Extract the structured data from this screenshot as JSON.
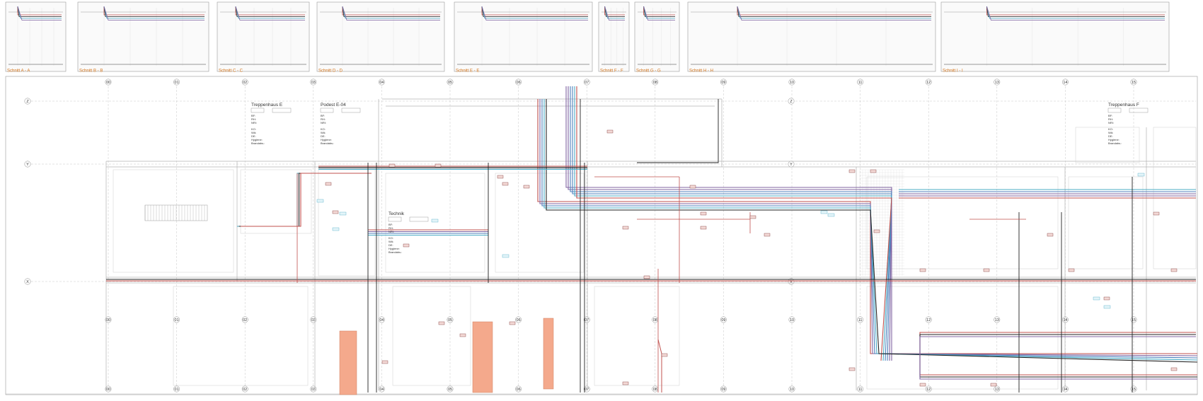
{
  "sections": [
    {
      "label": "Schnitt A - A"
    },
    {
      "label": "Schnitt B - B"
    },
    {
      "label": "Schnitt C - C"
    },
    {
      "label": "Schnitt D - D"
    },
    {
      "label": "Schnitt E - E"
    },
    {
      "label": "Schnitt F - F"
    },
    {
      "label": "Schnitt G - G"
    },
    {
      "label": "Schnitt H - H"
    },
    {
      "label": "Schnitt I - I"
    }
  ],
  "grid_columns": [
    "00",
    "01",
    "02",
    "03",
    "04",
    "05",
    "06",
    "07",
    "08",
    "09",
    "10",
    "11",
    "12",
    "13",
    "14",
    "15"
  ],
  "grid_rows": [
    "Z",
    "Y",
    "X"
  ],
  "rooms": [
    {
      "title": "Treppenhaus E",
      "lines": [
        "BF:",
        "RH:",
        "NRI:",
        "KO:",
        "WA:",
        "DE:",
        "Hygiene:",
        "Brandabs.:"
      ]
    },
    {
      "title": "Podest E-04",
      "lines": [
        "BF:",
        "RH:",
        "NRI:",
        "KO:",
        "WA:",
        "DE:",
        "Hygiene:",
        "Brandabs.:"
      ]
    },
    {
      "title": "Technik",
      "lines": [
        "BF:",
        "RH:",
        "NRI:",
        "KO:",
        "WA:",
        "DE:",
        "Hygiene:",
        "Brandabs.:"
      ]
    },
    {
      "title": "Treppenhaus F",
      "lines": [
        "BF:",
        "RH:",
        "NRI:",
        "KO:",
        "WA:",
        "DE:",
        "Hygiene:",
        "Brandabs.:"
      ]
    }
  ],
  "colors": {
    "section_label": "#d4761e",
    "pipe_red": "#c0504d",
    "pipe_blue": "#4f81bd",
    "pipe_cyan": "#4bacc6",
    "pipe_purple": "#8064a2",
    "pipe_dark": "#222222",
    "salmon_fill": "#f4a98c"
  }
}
